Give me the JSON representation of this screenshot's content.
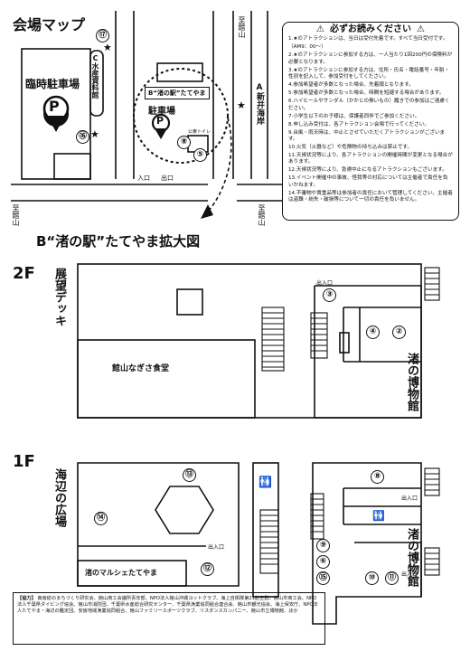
{
  "top_map": {
    "title": "会場マップ",
    "parking_temp": "臨時駐車場",
    "building_left": "C水産資料館",
    "building_right": "A新井海岸",
    "station_label": "B“渚の駅”たてやま",
    "parking": "駐車場",
    "restroom_label": "公衆トイレ",
    "entrance": "入口",
    "exit": "出口",
    "road_left": "至館山",
    "road_right": "至館山",
    "road_top": "至館山",
    "enlarged_title": "B“渚の駅”たてやま拡大図",
    "markers": [
      "⑰",
      "⑯",
      "⑧",
      "⑤"
    ]
  },
  "notice": {
    "title": "必ずお読みください",
    "items": [
      "1.★のアトラクションは、当日は受付先着です。すべて当日受付です。",
      "（AM9：00～）",
      "2.★のアトラクションに参加する方は、一人当たり1回200円の保険料が必要となります。",
      "3.★のアトラクションに参加する方は、住所・氏名・電話番号・年齢・性別を記入して、参加受付をしてください。",
      "4.参加希望者が多数となった場合、先着順となります。",
      "5.参加希望者が多数となった場合、時間を短縮する場合があります。",
      "6.ハイヒールやサンダル（かかとの無いもの）履きでの参加はご遠慮ください。",
      "7.小学生以下のお子様は、保護者同伴でご参加ください。",
      "8.申し込み受付は、各アトラクション会場で行ってください。",
      "9.台風・雨天時は、中止とさせていただくアトラクションがございます。",
      "10.火気（火器など）や危険物の持ち込みは禁止です。",
      "11.天候状況等により、各アトラクションの開催時間が変更となる場合があります。",
      "12.天候状況等により、急遽中止になるアトラクションもございます。",
      "13.イベント開催中の事故、怪我等の対応については主催者で責任を負いかねます。",
      "14.不審物や貴重品等は参加者の責任において管理してください。主催者は盗難・紛失・破損等について一切の責任を負いません。"
    ]
  },
  "floor2": {
    "label": "2F",
    "deck": "展望デッキ",
    "restaurant": "館山なぎさ食堂",
    "museum": "渚の博物館",
    "exit_entrance": "出入口",
    "markers": [
      "③",
      "④",
      "②"
    ]
  },
  "floor1": {
    "label": "1F",
    "plaza": "海辺の広場",
    "marche": "渚のマルシェたてやま",
    "museum": "渚の博物館",
    "exit_entrance_1": "出入口",
    "exit_entrance_2": "出入口",
    "exit_entrance_3": "出入口",
    "markers": [
      "⑬",
      "⑭",
      "⑫",
      "⑧",
      "⑨",
      "⑥",
      "⑮",
      "⑩",
      "⑪"
    ]
  },
  "credits": {
    "heading": "【協力】",
    "text": "南房総のまちづくり研究会、館山商工会議所青年部、NPO法人館山沖縄ヨットクラブ、海上自衛隊第21航空群、館山市商工会、NPO法人千葉県ダイビング協会、館山市消防団、千葉県水産総合研究センター、千葉県漁業協同組合連合会、館山市観光協会、海上保安庁、NPO法人たてやま・海辺の鑑定団、安房地域漁業協同組合、館山ファミリースポーツクラブ、リスダンスカンパニー、館山市立博物館、ほか"
  },
  "colors": {
    "ink": "#111111",
    "paper": "#ffffff"
  }
}
